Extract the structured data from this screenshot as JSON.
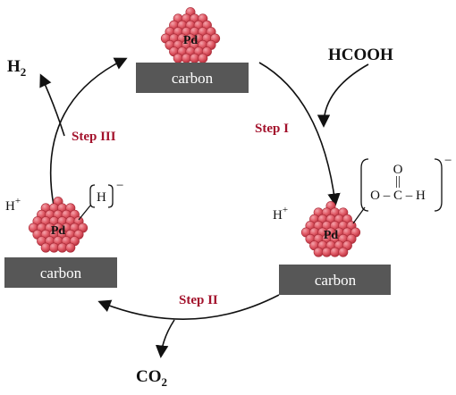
{
  "catalyst": {
    "metal": "Pd",
    "support": "carbon"
  },
  "reactant": "HCOOH",
  "products": {
    "hydrogen": "H",
    "hydrogen_subscript": "2",
    "carbon_dioxide": "CO",
    "carbon_dioxide_subscript": "2"
  },
  "steps": {
    "step1": "Step I",
    "step2": "Step II",
    "step3": "Step III"
  },
  "species": {
    "proton": "H",
    "proton_charge": "+",
    "hydride": "H",
    "hydride_charge": "−",
    "formate_o_top": "O",
    "formate_double_bond": "||",
    "formate_chain": "O – C – H",
    "formate_charge": "−"
  },
  "colors": {
    "step_text": "#a3122c",
    "pd_sphere": "#e05a66",
    "pd_sphere_dark": "#b8323f",
    "support": "#575757",
    "support_text": "#ffffff"
  }
}
